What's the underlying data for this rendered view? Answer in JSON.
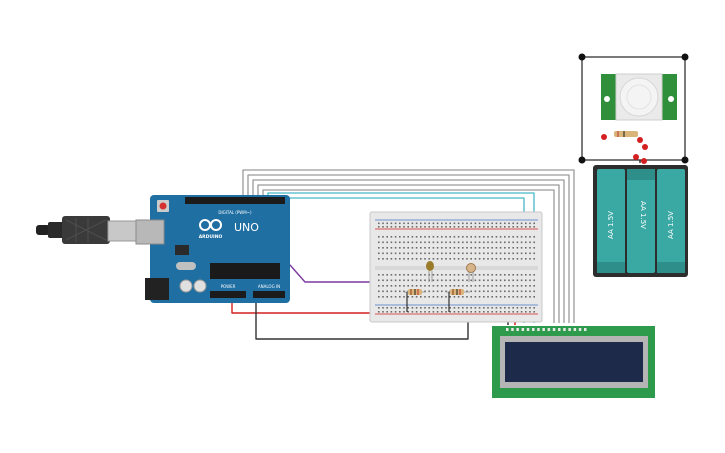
{
  "arduino": {
    "logo_text": "ARDUINO",
    "model": "UNO",
    "digital_label": "DIGITAL (PWM~)",
    "power_label": "POWER",
    "analog_label": "ANALOG IN"
  },
  "battery": {
    "cell_labels": [
      "AA 1.5V",
      "AA 1.5V",
      "AA 1.5V"
    ]
  },
  "colors": {
    "arduino_board": "#1f6fa3",
    "breadboard": "#e8e8e8",
    "lcd_pcb": "#2e9a4c",
    "lcd_screen": "#1d2a4a",
    "pir_pcb": "#2f8f3a",
    "battery_cell": "#3aa9a4",
    "wire_gray": "#9a9a9a",
    "wire_cyan": "#48b8c8",
    "wire_purple": "#7a3aa0",
    "wire_red": "#d42020",
    "wire_black": "#333333"
  }
}
